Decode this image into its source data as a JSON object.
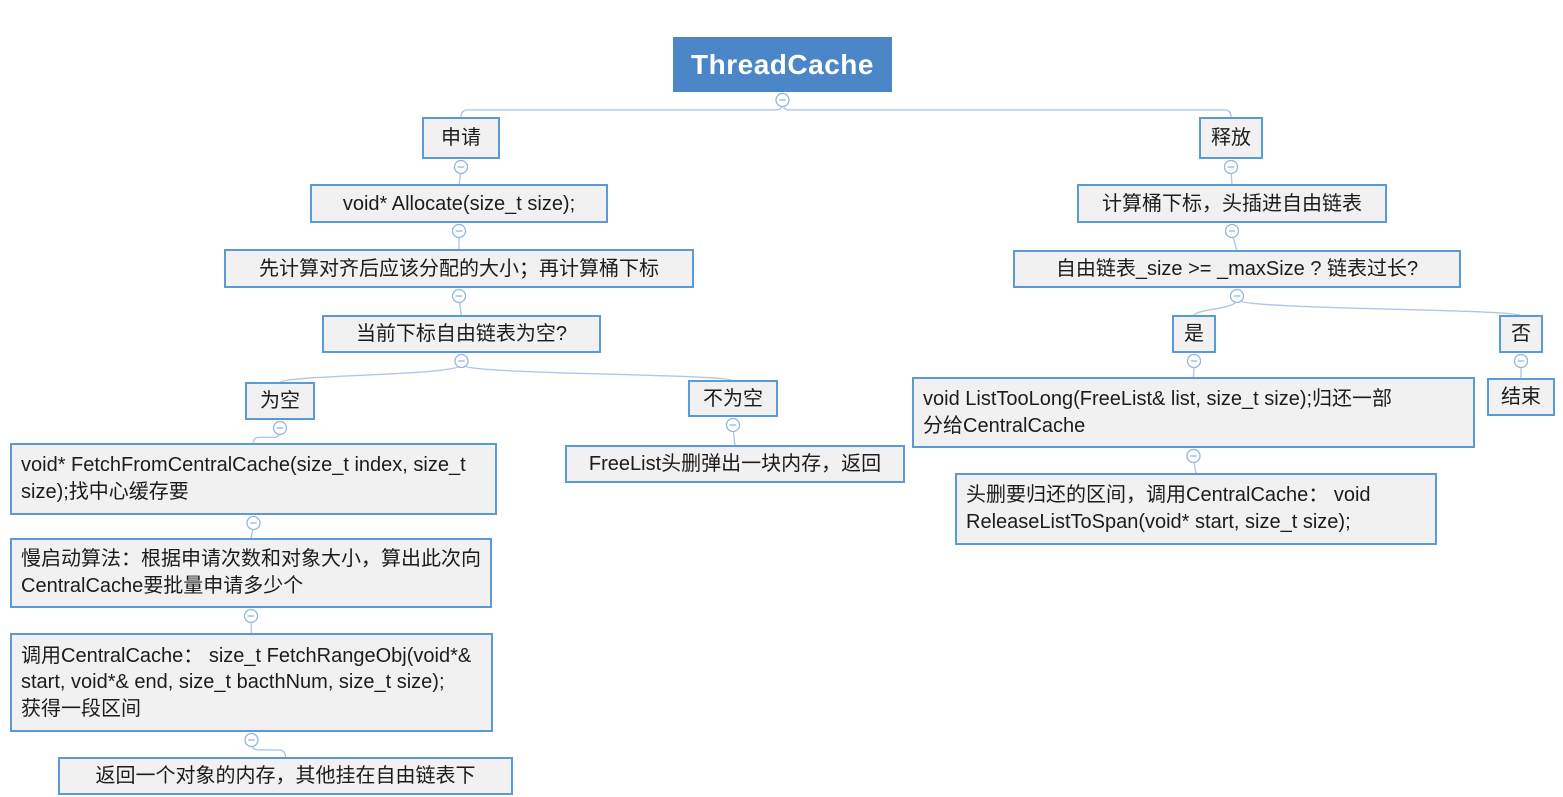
{
  "title": "ThreadCache",
  "colors": {
    "root_fill": "#4a86c8",
    "root_text": "#ffffff",
    "node_border": "#5b9bd5",
    "node_fill": "#f1f1f1",
    "node_text": "#1c1c1c",
    "connector": "#b0c7e7",
    "collapse_icon": "#93b5de"
  },
  "icons": {
    "collapse": "minus-in-circle"
  },
  "nodes": [
    {
      "id": "root",
      "label": "ThreadCache"
    },
    {
      "id": "apply",
      "label": "申请"
    },
    {
      "id": "allocate",
      "label": "void* Allocate(size_t size);"
    },
    {
      "id": "calc_align",
      "label": "先计算对齐后应该分配的大小；再计算桶下标"
    },
    {
      "id": "empty_q",
      "label": "当前下标自由链表为空?"
    },
    {
      "id": "is_empty",
      "label": "为空"
    },
    {
      "id": "not_empty",
      "label": "不为空"
    },
    {
      "id": "fetch_fcc",
      "label": "void* FetchFromCentralCache(size_t index, size_t\nsize);找中心缓存要"
    },
    {
      "id": "slow_start",
      "label": "慢启动算法：根据申请次数和对象大小，算出此次向\nCentralCache要批量申请多少个"
    },
    {
      "id": "fetch_range",
      "label": "调用CentralCache： size_t FetchRangeObj(void*&\nstart, void*& end, size_t bacthNum, size_t size);\n获得一段区间"
    },
    {
      "id": "return_one",
      "label": "返回一个对象的内存，其他挂在自由链表下"
    },
    {
      "id": "freelist_pop",
      "label": "FreeList头删弹出一块内存，返回"
    },
    {
      "id": "release",
      "label": "释放"
    },
    {
      "id": "calc_bucket",
      "label": "计算桶下标，头插进自由链表"
    },
    {
      "id": "size_check",
      "label": "自由链表_size >= _maxSize ? 链表过长?"
    },
    {
      "id": "yes",
      "label": "是"
    },
    {
      "id": "no",
      "label": "否"
    },
    {
      "id": "list_too_long",
      "label": "void ListTooLong(FreeList& list, size_t size);归还一部\n分给CentralCache"
    },
    {
      "id": "end",
      "label": "结束"
    },
    {
      "id": "release_span",
      "label": "头删要归还的区间，调用CentralCache： void\nReleaseListToSpan(void* start, size_t size);"
    }
  ],
  "edges": [
    {
      "from": "root",
      "to": "apply"
    },
    {
      "from": "root",
      "to": "release"
    },
    {
      "from": "apply",
      "to": "allocate"
    },
    {
      "from": "allocate",
      "to": "calc_align"
    },
    {
      "from": "calc_align",
      "to": "empty_q"
    },
    {
      "from": "empty_q",
      "to": "is_empty"
    },
    {
      "from": "empty_q",
      "to": "not_empty"
    },
    {
      "from": "is_empty",
      "to": "fetch_fcc"
    },
    {
      "from": "fetch_fcc",
      "to": "slow_start"
    },
    {
      "from": "slow_start",
      "to": "fetch_range"
    },
    {
      "from": "fetch_range",
      "to": "return_one"
    },
    {
      "from": "not_empty",
      "to": "freelist_pop"
    },
    {
      "from": "release",
      "to": "calc_bucket"
    },
    {
      "from": "calc_bucket",
      "to": "size_check"
    },
    {
      "from": "size_check",
      "to": "yes"
    },
    {
      "from": "size_check",
      "to": "no"
    },
    {
      "from": "yes",
      "to": "list_too_long"
    },
    {
      "from": "no",
      "to": "end"
    },
    {
      "from": "list_too_long",
      "to": "release_span"
    }
  ]
}
